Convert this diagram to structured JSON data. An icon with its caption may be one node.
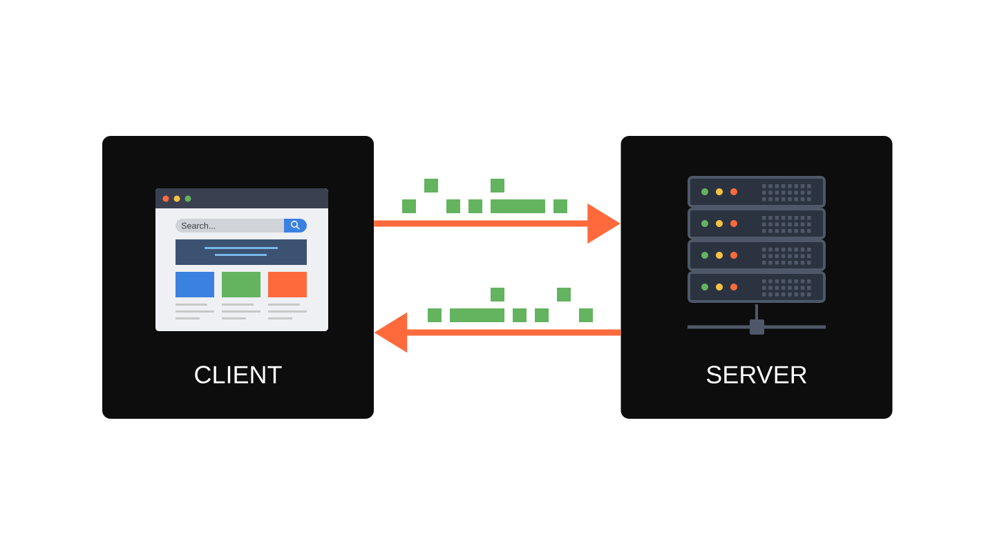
{
  "diagram": {
    "nodes": [
      {
        "text": [
          "CLIENT"
        ]
      },
      {
        "text": [
          "SERVER"
        ]
      }
    ],
    "edges": [
      {
        "from": 0,
        "to": 1,
        "arrow": "to"
      },
      {
        "from": 1,
        "to": 0,
        "arrow": "to"
      }
    ],
    "labels": [
      "Search..."
    ]
  }
}
